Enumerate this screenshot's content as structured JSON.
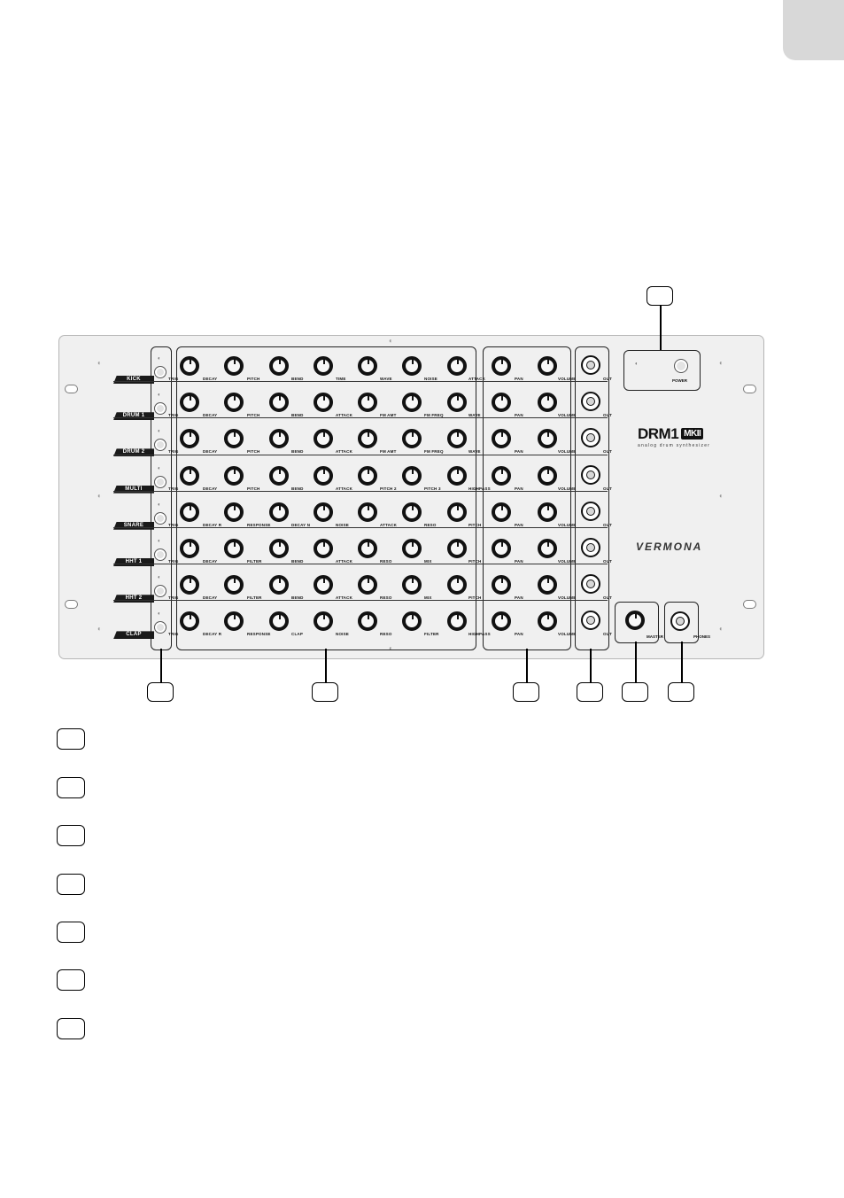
{
  "device": {
    "brand": "DRM1",
    "brand_badge": "MKII",
    "brand_subtitle": "analog drum synthesizer",
    "maker": "VERMONA",
    "power_label": "POWER",
    "master_label": "MASTER",
    "phones_label": "PHONES",
    "trig_label": "TRIG",
    "out_label": "OUT",
    "pan_label": "PAN",
    "volume_label": "VOLUME"
  },
  "channels": [
    {
      "name": "KICK",
      "params": [
        "DECAY",
        "PITCH",
        "BEND",
        "TIME",
        "WAVE",
        "NOISE",
        "ATTACK"
      ]
    },
    {
      "name": "DRUM 1",
      "params": [
        "DECAY",
        "PITCH",
        "BEND",
        "ATTACK",
        "FM AMT",
        "FM FREQ",
        "WAVE"
      ]
    },
    {
      "name": "DRUM 2",
      "params": [
        "DECAY",
        "PITCH",
        "BEND",
        "ATTACK",
        "FM AMT",
        "FM FREQ",
        "WAVE"
      ]
    },
    {
      "name": "MULTI",
      "params": [
        "DECAY",
        "PITCH",
        "BEND",
        "ATTACK",
        "PITCH 2",
        "PITCH 3",
        "HIGHPASS"
      ]
    },
    {
      "name": "SNARE",
      "params": [
        "DECAY R",
        "RESPONSE",
        "DECAY N",
        "NOISE",
        "ATTACK",
        "RESO",
        "PITCH"
      ]
    },
    {
      "name": "HHT 1",
      "params": [
        "DECAY",
        "FILTER",
        "BEND",
        "ATTACK",
        "RESO",
        "MIX",
        "PITCH"
      ]
    },
    {
      "name": "HHT 2",
      "params": [
        "DECAY",
        "FILTER",
        "BEND",
        "ATTACK",
        "RESO",
        "MIX",
        "PITCH"
      ]
    },
    {
      "name": "CLAP",
      "params": [
        "DECAY R",
        "RESPONSE",
        "CLAP",
        "NOISE",
        "RESO",
        "FILTER",
        "HIGHPASS"
      ]
    }
  ]
}
